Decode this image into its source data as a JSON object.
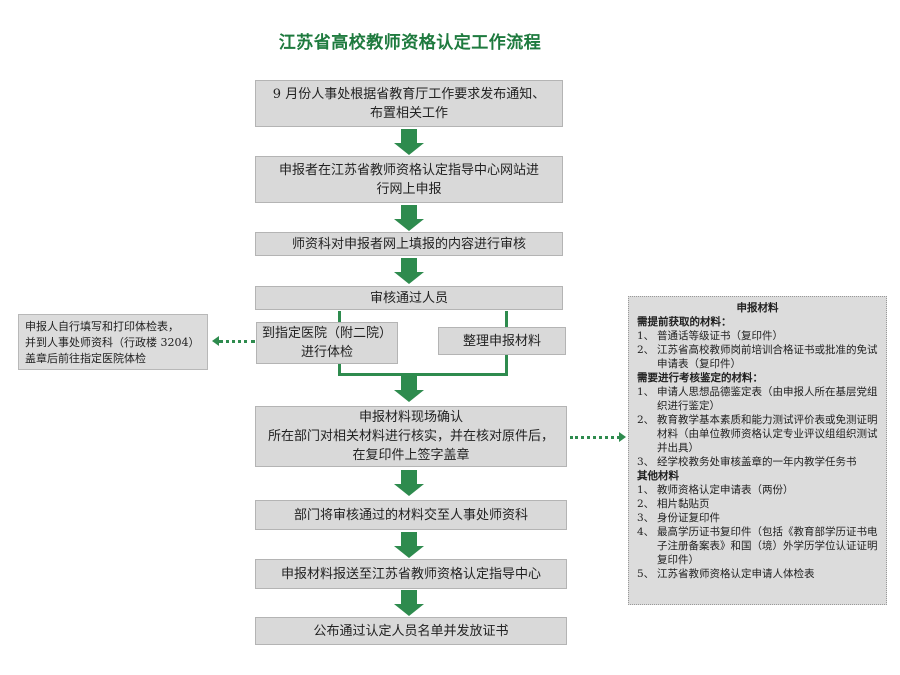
{
  "title": "江苏省高校教师资格认定工作流程",
  "steps": {
    "s1": [
      "9 月份人事处根据省教育厅工作要求发布通知、",
      "布置相关工作"
    ],
    "s2": [
      "申报者在江苏省教师资格认定指导中心网站进",
      "行网上申报"
    ],
    "s3": "师资科对申报者网上填报的内容进行审核",
    "s4": "审核通过人员",
    "s5a": [
      "到指定医院（附二院）",
      "进行体检"
    ],
    "s5b": "整理申报材料",
    "s6": [
      "申报材料现场确认",
      "所在部门对相关材料进行核实，并在核对原件后，",
      "在复印件上签字盖章"
    ],
    "s7": "部门将审核通过的材料交至人事处师资科",
    "s8": "申报材料报送至江苏省教师资格认定指导中心",
    "s9": "公布通过认定人员名单并发放证书"
  },
  "side_left": [
    "申报人自行填写和打印体检表，",
    "并到人事处师资科（行政楼 3204）",
    "盖章后前往指定医院体检"
  ],
  "materials": {
    "title": "申报材料",
    "sec1": "需提前获取的材料：",
    "sec1_items": [
      {
        "num": "1、",
        "text": "普通话等级证书（复印件）"
      },
      {
        "num": "2、",
        "text": "江苏省高校教师岗前培训合格证书或批准的免试申请表（复印件）"
      }
    ],
    "sec2": "需要进行考核鉴定的材料：",
    "sec2_items": [
      {
        "num": "1、",
        "text": "申请人思想品德鉴定表（由申报人所在基层党组织进行鉴定）"
      },
      {
        "num": "2、",
        "text": "教育教学基本素质和能力测试评价表或免测证明材料（由单位教师资格认定专业评议组组织测试并出具）"
      },
      {
        "num": "3、",
        "text": "经学校教务处审核盖章的一年内教学任务书"
      }
    ],
    "sec3": "其他材料",
    "sec3_items": [
      {
        "num": "1、",
        "text": "教师资格认定申请表（两份）"
      },
      {
        "num": "2、",
        "text": "相片黏贴页"
      },
      {
        "num": "3、",
        "text": "身份证复印件"
      },
      {
        "num": "4、",
        "text": "最高学历证书复印件（包括《教育部学历证书电子注册备案表》和国（境）外学历学位认证证明复印件）"
      },
      {
        "num": "5、",
        "text": "江苏省教师资格认定申请人体检表"
      }
    ]
  }
}
